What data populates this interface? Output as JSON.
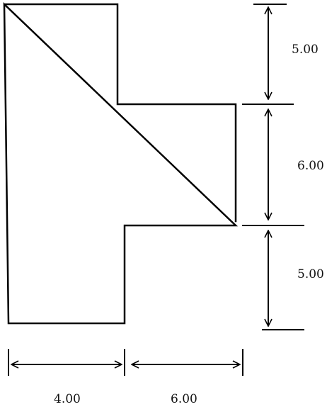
{
  "dimensions": {
    "vertical": [
      {
        "id": "top",
        "label": "5.00"
      },
      {
        "id": "middle",
        "label": "6.00"
      },
      {
        "id": "bottom",
        "label": "5.00"
      }
    ],
    "horizontal": [
      {
        "id": "left",
        "label": "4.00"
      },
      {
        "id": "right",
        "label": "6.00"
      }
    ]
  },
  "colors": {
    "line": "#000000",
    "background": "#ffffff"
  }
}
